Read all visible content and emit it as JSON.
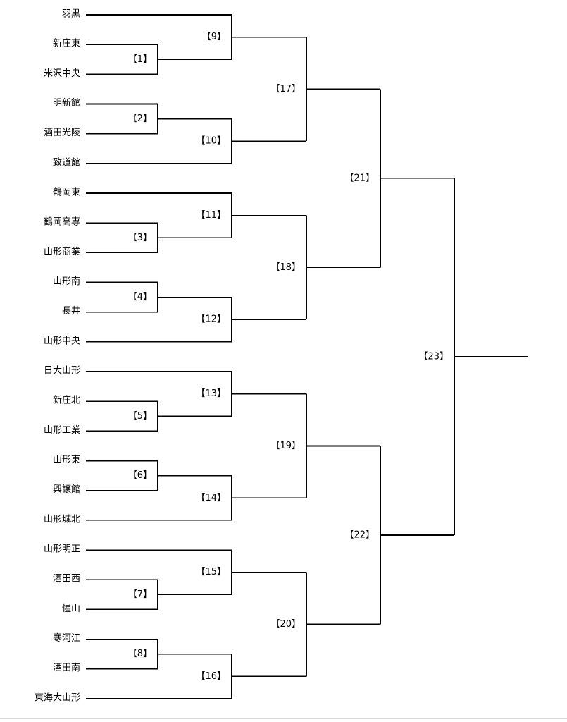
{
  "teams": [
    "羽黒",
    "新庄東",
    "米沢中央",
    "明新館",
    "酒田光陵",
    "致道館",
    "鶴岡東",
    "鶴岡高専",
    "山形商業",
    "山形南",
    "長井",
    "山形中央",
    "日大山形",
    "新庄北",
    "山形工業",
    "山形東",
    "興譲館",
    "山形城北",
    "山形明正",
    "酒田西",
    "惺山",
    "寒河江",
    "酒田南",
    "東海大山形"
  ],
  "games": [
    "【1】",
    "【2】",
    "【3】",
    "【4】",
    "【5】",
    "【6】",
    "【7】",
    "【8】",
    "【9】",
    "【10】",
    "【11】",
    "【12】",
    "【13】",
    "【14】",
    "【15】",
    "【16】",
    "【17】",
    "【18】",
    "【19】",
    "【20】",
    "【21】",
    "【22】",
    "【23】"
  ],
  "structure": {
    "first_round": [
      [
        1,
        2
      ],
      [
        7,
        8
      ],
      [
        13,
        14
      ],
      [
        19,
        20
      ]
    ],
    "first_round_alt": [
      [
        3,
        4
      ],
      [
        9,
        10
      ],
      [
        15,
        16
      ],
      [
        21,
        22
      ]
    ],
    "note": ""
  }
}
